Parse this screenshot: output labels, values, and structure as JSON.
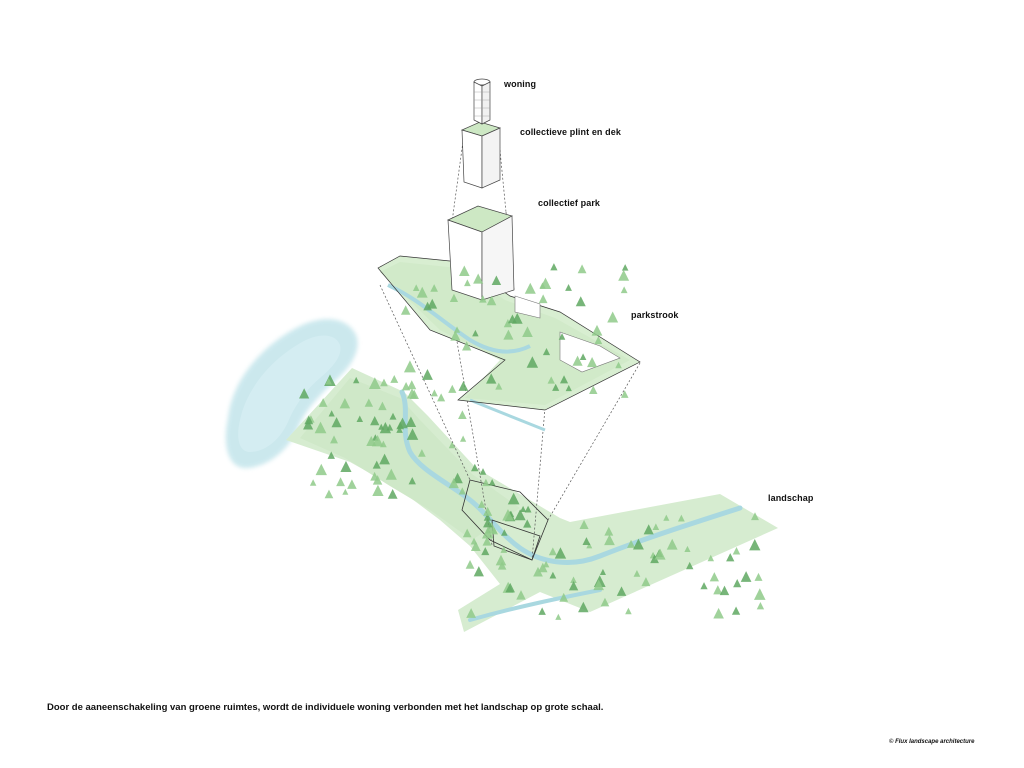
{
  "labels": {
    "woning": "woning",
    "plint": "collectieve plint en dek",
    "collectief_park": "collectief park",
    "parkstrook": "parkstrook",
    "landschap": "landschap"
  },
  "caption": "Door de aaneenschakeling van groene ruimtes, wordt de individuele woning verbonden met het landschap op grote schaal.",
  "credit": "© Flux landscape architecture",
  "colors": {
    "green_fill": "#cde8c4",
    "green_light": "#dff0d8",
    "tree": "#8fca8a",
    "tree_dark": "#5fa862",
    "water": "#c6e6ec",
    "water_path": "#a9d8e0",
    "line": "#444444"
  }
}
